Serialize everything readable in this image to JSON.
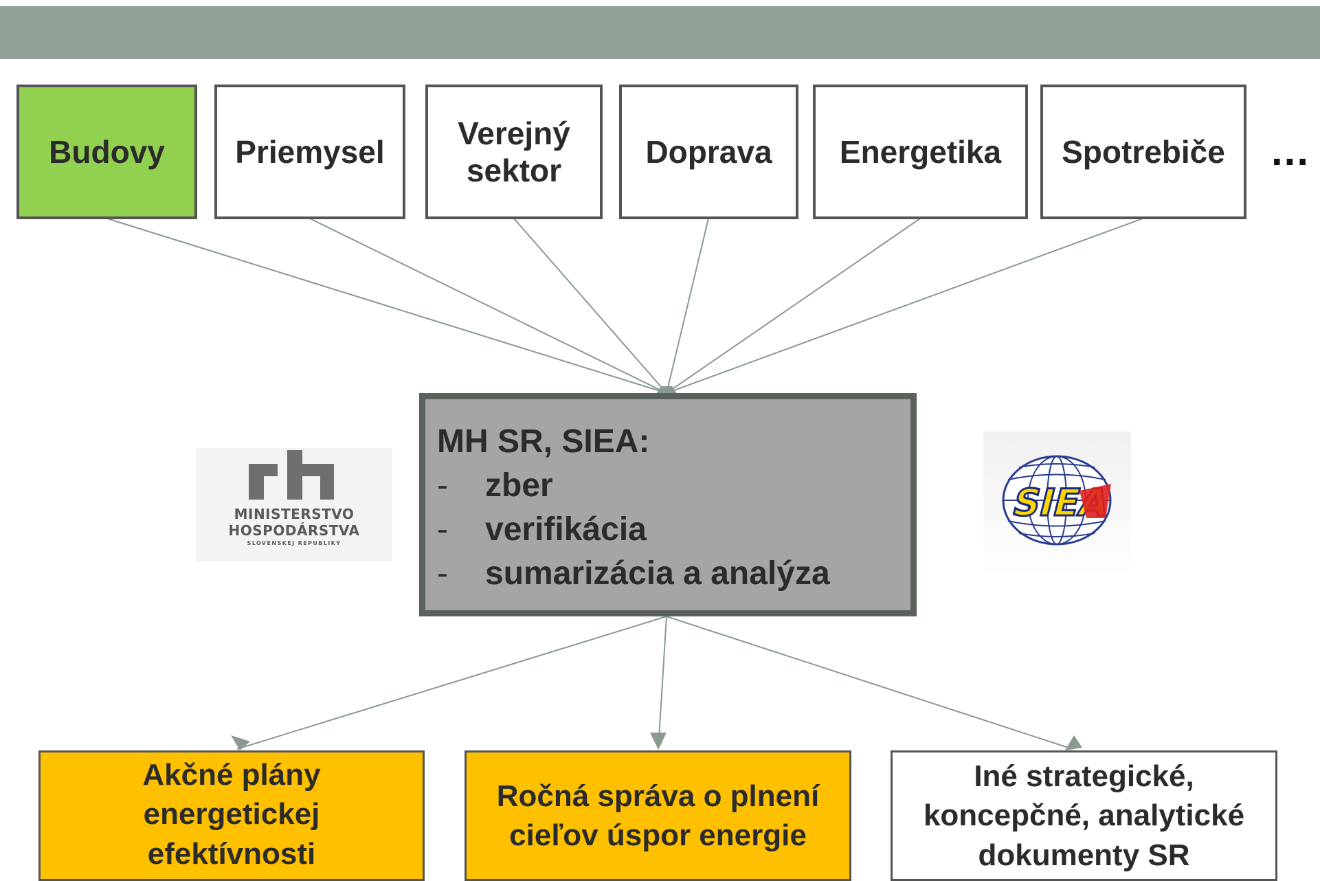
{
  "sectors": [
    {
      "label": "Budovy",
      "active": true
    },
    {
      "label": "Priemysel",
      "active": false
    },
    {
      "label": "Verejný\nsektor",
      "active": false
    },
    {
      "label": "Doprava",
      "active": false
    },
    {
      "label": "Energetika",
      "active": false
    },
    {
      "label": "Spotrebiče",
      "active": false
    }
  ],
  "more_indicator": "...",
  "center": {
    "title": "MH SR, SIEA:",
    "items": [
      {
        "bullet": "-",
        "text": "zber"
      },
      {
        "bullet": "-",
        "text": "verifikácia"
      },
      {
        "bullet": "-",
        "text": "sumarizácia a analýza"
      }
    ]
  },
  "logos": {
    "ministry": {
      "line1": "MINISTERSTVO",
      "line2": "HOSPODÁRSTVA",
      "line3": "SLOVENSKEJ REPUBLIKY"
    },
    "siea": {
      "text": "SIEA"
    }
  },
  "outputs": [
    {
      "label": "Akčné plány\nenergetickej\nefektívnosti",
      "color": "#ffc000"
    },
    {
      "label": "Ročná správa o plnení\ncieľov úspor energie",
      "color": "#ffc000"
    },
    {
      "label": "Iné strategické,\nkoncepčné, analytické\ndokumenty SR",
      "color": "#ffffff"
    }
  ],
  "colors": {
    "header_bar": "#91a197",
    "active_sector": "#92d050",
    "center_box": "#a5a5a5",
    "connector": "#8a9a90"
  }
}
